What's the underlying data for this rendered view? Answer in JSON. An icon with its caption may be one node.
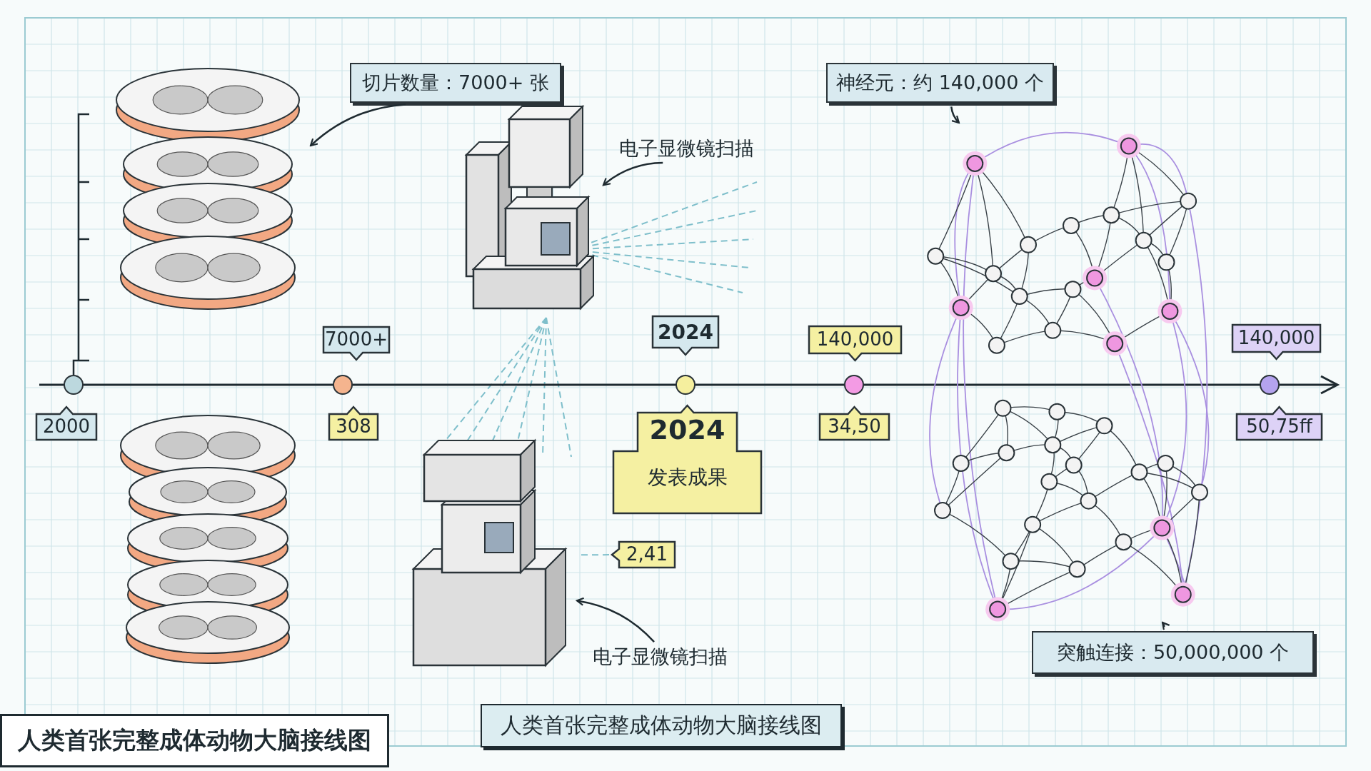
{
  "diagram": {
    "title": "人类首张完整成体动物大脑接线图",
    "caption": "人类首张完整成体动物大脑接线图",
    "nodes": [
      {
        "text": [
          "切片数量：7000+ 张"
        ]
      },
      {
        "text": [],
        "shape": "picture"
      },
      {
        "text": [],
        "shape": "picture"
      },
      {
        "text": [
          "电子显微镜扫描"
        ]
      },
      {
        "text": [
          "神经元：约 140,000 个"
        ]
      },
      {
        "text": [],
        "shape": "picture"
      },
      {
        "text": [
          "7000+"
        ]
      },
      {
        "text": [
          "2024"
        ]
      },
      {
        "text": [
          "140,000"
        ]
      },
      {
        "text": [
          "140,000"
        ]
      },
      {
        "text": [],
        "shape": "circle"
      },
      {
        "text": [],
        "shape": "circle"
      },
      {
        "text": [],
        "shape": "circle"
      },
      {
        "text": [],
        "shape": "circle"
      },
      {
        "text": [],
        "shape": "circle"
      },
      {
        "text": [
          "2000"
        ]
      },
      {
        "text": [
          "308"
        ]
      },
      {
        "text": [
          "2024",
          "发表成果"
        ]
      },
      {
        "text": [
          "34,50"
        ]
      },
      {
        "text": [
          "50,75ff"
        ]
      },
      {
        "text": [],
        "shape": "picture"
      },
      {
        "text": [],
        "shape": "picture"
      },
      {
        "text": [
          "2,41"
        ]
      },
      {
        "text": [
          "电子显微镜扫描"
        ]
      },
      {
        "text": [
          "突触连接：50,000,000 个"
        ]
      }
    ],
    "edges": [
      {
        "from": 0,
        "to": 1,
        "arrow": "to"
      },
      {
        "from": 3,
        "to": 2,
        "arrow": "to"
      },
      {
        "from": 4,
        "to": 5,
        "arrow": "to"
      },
      {
        "from": 23,
        "to": 21,
        "arrow": "to"
      },
      {
        "from": 24,
        "to": 5,
        "arrow": "to"
      },
      {
        "from": 21,
        "to": 22,
        "arrow": "none",
        "style": "dashed",
        "color": "#7fbfcb"
      }
    ]
  }
}
